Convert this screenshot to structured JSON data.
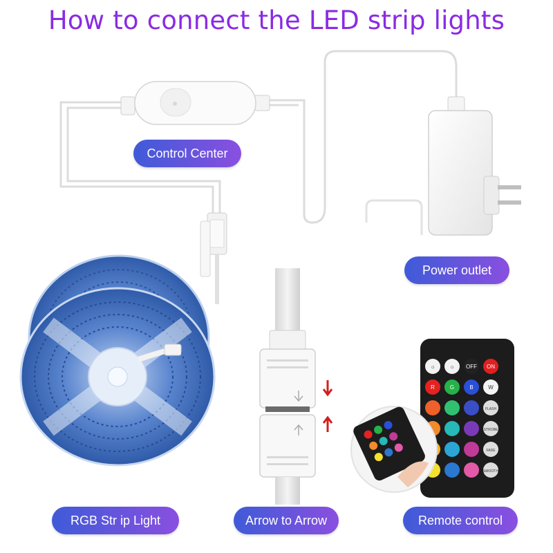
{
  "title": "How to connect the LED strip lights",
  "labels": {
    "control_center": "Control Center",
    "power_outlet": "Power outlet",
    "strip_light": "RGB Str ip Light",
    "arrow_to_arrow": "Arrow to Arrow",
    "remote_control": "Remote control"
  },
  "remote": {
    "rows": [
      [
        {
          "text": "☼",
          "color": "#f2f2f2",
          "tc": "#333333"
        },
        {
          "text": "☼",
          "color": "#f2f2f2",
          "tc": "#333333"
        },
        {
          "text": "OFF",
          "color": "#222222",
          "tc": "#ffffff"
        },
        {
          "text": "ON",
          "color": "#e02020",
          "tc": "#ffffff"
        }
      ],
      [
        {
          "text": "R",
          "color": "#e52222",
          "tc": "#ffffff"
        },
        {
          "text": "G",
          "color": "#27b14a",
          "tc": "#ffffff"
        },
        {
          "text": "B",
          "color": "#2a4fd8",
          "tc": "#ffffff"
        },
        {
          "text": "W",
          "color": "#f4f4f4",
          "tc": "#333333"
        }
      ],
      [
        {
          "text": "",
          "color": "#f0602a",
          "tc": "#ffffff"
        },
        {
          "text": "",
          "color": "#30c070",
          "tc": "#ffffff"
        },
        {
          "text": "",
          "color": "#3a4ec8",
          "tc": "#ffffff"
        },
        {
          "text": "FLASH",
          "color": "#dddddd",
          "tc": "#333333"
        }
      ],
      [
        {
          "text": "",
          "color": "#f38a2c",
          "tc": "#ffffff"
        },
        {
          "text": "",
          "color": "#27b8b8",
          "tc": "#ffffff"
        },
        {
          "text": "",
          "color": "#7a3ab8",
          "tc": "#ffffff"
        },
        {
          "text": "STROBE",
          "color": "#dddddd",
          "tc": "#333333"
        }
      ],
      [
        {
          "text": "",
          "color": "#f7b42c",
          "tc": "#ffffff"
        },
        {
          "text": "",
          "color": "#2aa6d6",
          "tc": "#ffffff"
        },
        {
          "text": "",
          "color": "#c03a98",
          "tc": "#ffffff"
        },
        {
          "text": "FADE",
          "color": "#dddddd",
          "tc": "#333333"
        }
      ],
      [
        {
          "text": "",
          "color": "#f5e030",
          "tc": "#ffffff"
        },
        {
          "text": "",
          "color": "#2a78d0",
          "tc": "#ffffff"
        },
        {
          "text": "",
          "color": "#e25aa8",
          "tc": "#ffffff"
        },
        {
          "text": "SMOOTH",
          "color": "#dddddd",
          "tc": "#333333"
        }
      ]
    ]
  },
  "colors": {
    "title": "#8a2be2",
    "label_start": "#3f5bd8",
    "label_end": "#8a4fe0",
    "arrow": "#d21e1e",
    "strip": "#4a78c8"
  }
}
